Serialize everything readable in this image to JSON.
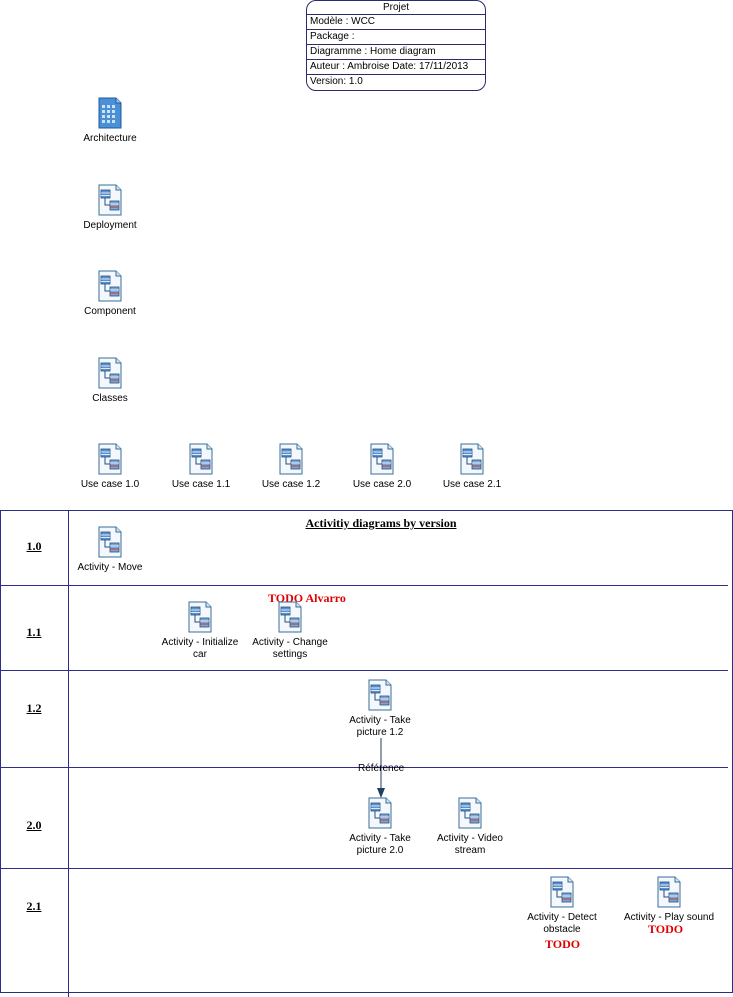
{
  "project_box": {
    "title": "Projet",
    "model": "Modèle : WCC",
    "package": "Package :",
    "diagram": "Diagramme : Home diagram",
    "author_date": "Auteur : Ambroise   Date: 17/11/2013",
    "version": "Version: 1.0"
  },
  "diagrams": {
    "architecture": "Architecture",
    "deployment": "Deployment",
    "component": "Component",
    "classes": "Classes",
    "use_cases": [
      "Use case 1.0",
      "Use case 1.1",
      "Use case 1.2",
      "Use case 2.0",
      "Use case 2.1"
    ]
  },
  "activity_table": {
    "title": "Activitiy diagrams by version",
    "lanes": [
      "1.0",
      "1.1",
      "1.2",
      "2.0",
      "2.1"
    ],
    "activities": {
      "move": "Activity - Move",
      "initialize_car": "Activity - Initialize car",
      "change_settings": "Activity - Change settings",
      "take_picture_12": "Activity - Take picture 1.2",
      "take_picture_20": "Activity - Take picture 2.0",
      "video_stream": "Activity - Video stream",
      "detect_obstacle": "Activity - Detect obstacle",
      "play_sound": "Activity - Play sound"
    },
    "todo_alvarro": "TODO Alvarro",
    "todo_detect": "TODO",
    "todo_sound": "TODO",
    "reference_label": "Référence"
  },
  "colors": {
    "line": "#2d2d8a",
    "todo": "#e00000",
    "arrow": "#1f3f5f"
  }
}
